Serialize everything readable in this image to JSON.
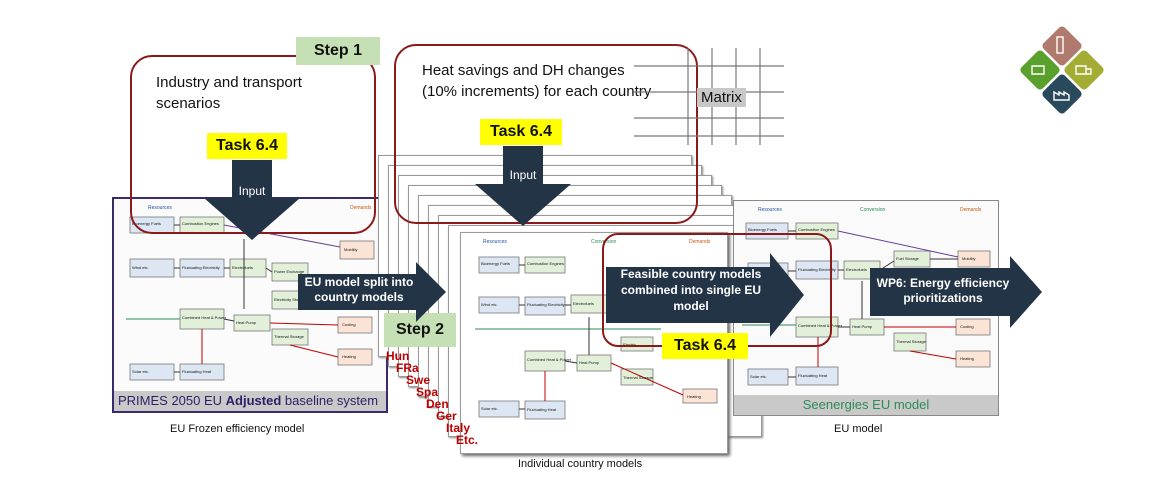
{
  "step1": {
    "label": "Step 1"
  },
  "step2": {
    "label": "Step 2"
  },
  "callout_left": {
    "text": "Industry and transport scenarios"
  },
  "callout_mid": {
    "text": "Heat savings and DH changes (10% increments) for each country"
  },
  "matrix": {
    "label": "Matrix"
  },
  "task_labels": {
    "left": "Task 6.4",
    "mid": "Task 6.4",
    "right": "Task 6.4"
  },
  "input_labels": {
    "left": "Input",
    "mid": "Input"
  },
  "arrows": {
    "split": "EU model split into country models",
    "combine": "Feasible country models combined into single EU model",
    "wp6": "WP6: Energy efficiency prioritizations"
  },
  "left_model": {
    "banner_prefix": "PRIMES 2050 EU ",
    "banner_bold": "Adjusted",
    "banner_suffix": " baseline system",
    "caption": "EU Frozen efficiency model",
    "headers": {
      "resources": "Resources",
      "demands": "Demands"
    }
  },
  "right_model": {
    "banner": "Seenergies EU model",
    "caption": "EU model",
    "headers": {
      "resources": "Resources",
      "conversion": "Conversion",
      "demands": "Demands"
    }
  },
  "stack": {
    "caption": "Individual country models",
    "countries": [
      "Hun",
      "FRa",
      "Swe",
      "Spa",
      "Den",
      "Ger",
      "Italy",
      "Etc."
    ],
    "headers": {
      "resources": "Resources",
      "conversion": "Conversion",
      "demands": "Demands"
    }
  },
  "nodes": {
    "bio": "Bioenergy Fuels",
    "ce": "Combustion Engines",
    "wind": "Wind etc.",
    "fe": "Fluctuating Electricity",
    "efuel": "Electrofuels",
    "chp": "Combined Heat & Power",
    "hp": "Heat Pump",
    "solar": "Solar etc.",
    "fh": "Fluctuating Heat",
    "fuel": "Fuel Storage",
    "pe": "Power Exchange",
    "es": "Electricity Storage",
    "ts": "Thermal Storage",
    "mob": "Mobility",
    "cool": "Cooling",
    "heat": "Heating",
    "elec": "Electric"
  },
  "colors": {
    "callout": "#8b1a1a",
    "arrow": "#243447",
    "tag": "#ffff00",
    "step": "#c5e0b4",
    "left_frame": "#3b2a6b"
  }
}
